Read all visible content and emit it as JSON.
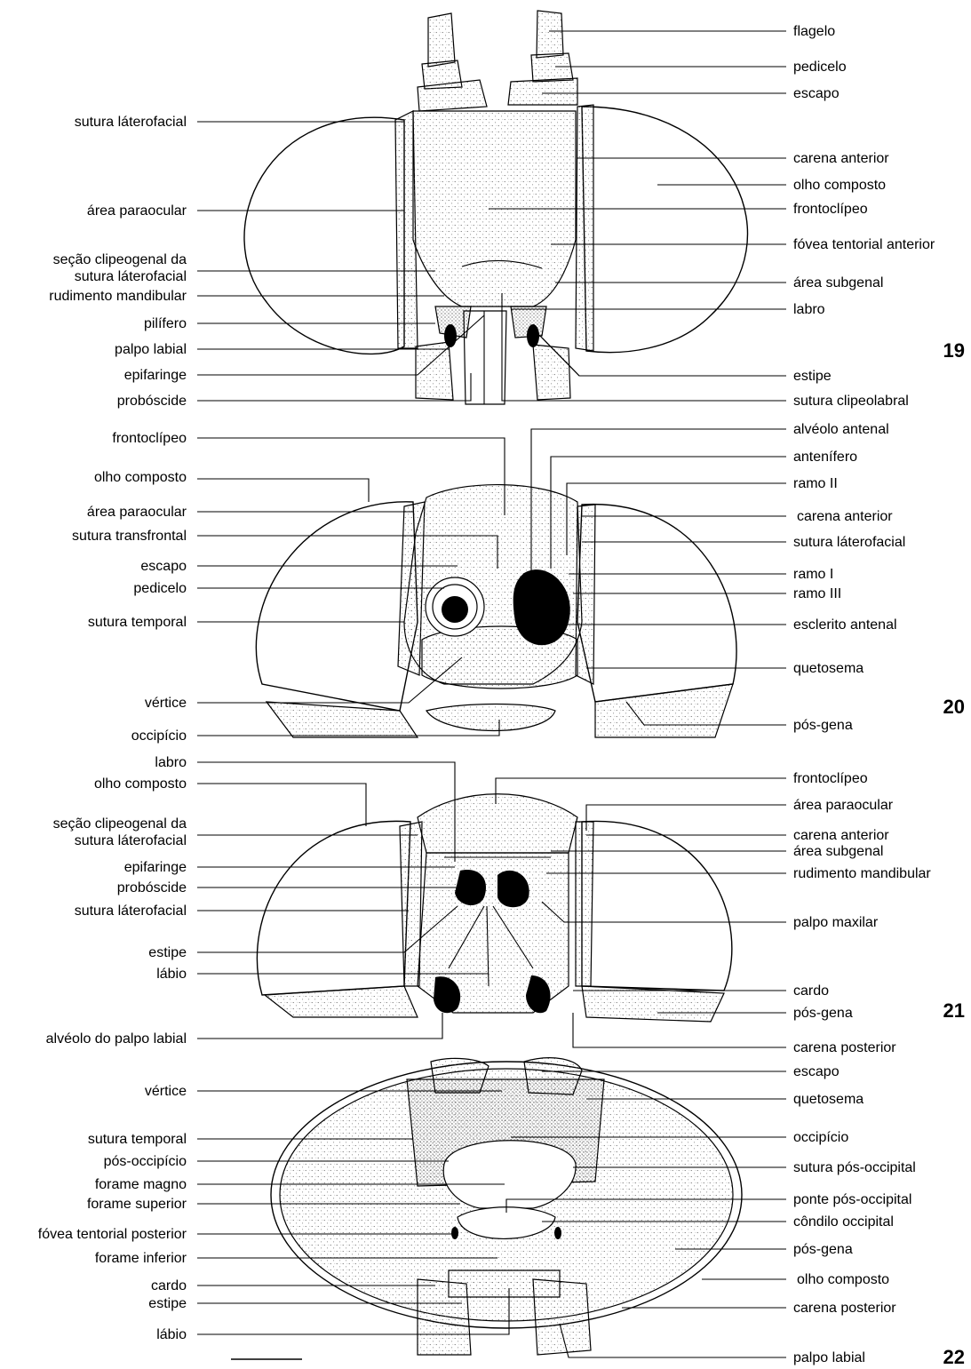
{
  "figures": [
    {
      "number": "19",
      "labels_left": [
        "sutura láterofacial",
        "área paraocular",
        "seção clipeogenal da",
        "sutura láterofacial",
        "rudimento mandibular",
        "pilífero",
        "palpo  labial",
        "epifaringe",
        "probóscide"
      ],
      "labels_right": [
        "flagelo",
        "pedicelo",
        "escapo",
        "carena anterior",
        "olho composto",
        "frontoclípeo",
        "fóvea tentorial anterior",
        "área subgenal",
        "labro",
        "estipe",
        "sutura clipeolabral"
      ]
    },
    {
      "number": "20",
      "labels_left": [
        "frontoclípeo",
        "olho composto",
        "área paraocular",
        "sutura transfrontal",
        "escapo",
        "pedicelo",
        "sutura temporal",
        "vértice",
        "occipício"
      ],
      "labels_right": [
        "alvéolo antenal",
        "antenífero",
        "ramo II",
        "carena anterior",
        "sutura láterofacial",
        "ramo I",
        "ramo III",
        "esclerito antenal",
        "quetosema",
        "pós-gena"
      ]
    },
    {
      "number": "21",
      "labels_left": [
        "labro",
        "olho composto",
        "seção clipeogenal da",
        "sutura láterofacial",
        "epifaringe",
        "probóscide",
        "sutura láterofacial",
        "estipe",
        "lábio",
        "alvéolo do palpo labial"
      ],
      "labels_right": [
        "frontoclípeo",
        "área paraocular",
        "carena anterior",
        "área subgenal",
        "rudimento mandibular",
        "palpo maxilar",
        "cardo",
        "pós-gena",
        "carena posterior"
      ]
    },
    {
      "number": "22",
      "labels_left": [
        "vértice",
        "sutura temporal",
        "pós-occipício",
        "forame magno",
        "forame superior",
        "fóvea tentorial posterior",
        "forame inferior",
        "cardo",
        "estipe",
        "lábio"
      ],
      "labels_right": [
        "escapo",
        "quetosema",
        "occipício",
        "sutura pós-occipital",
        "ponte pós-occipital",
        "côndilo occipital",
        "pós-gena",
        "olho composto",
        "carena posterior",
        "palpo labial"
      ]
    }
  ],
  "icons": [
    "head-frontal-illustration",
    "head-dorsal-illustration",
    "head-ventral-illustration",
    "head-posterior-illustration",
    "scale-bar"
  ]
}
